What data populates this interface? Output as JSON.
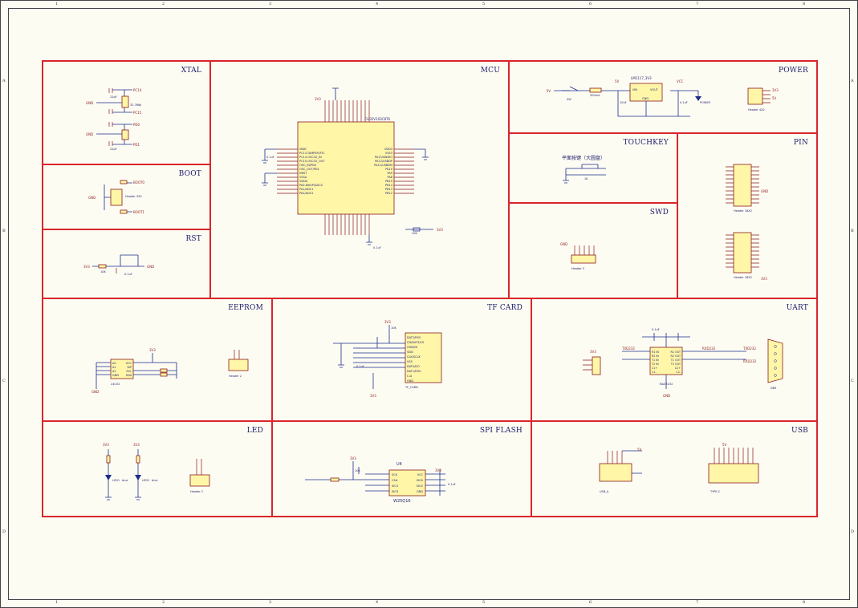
{
  "sheet": {
    "col_labels": [
      "1",
      "2",
      "3",
      "4",
      "5",
      "6",
      "7",
      "8"
    ],
    "row_labels": [
      "A",
      "B",
      "C",
      "D"
    ]
  },
  "blocks": {
    "xtal": "XTAL",
    "boot": "BOOT",
    "rst": "RST",
    "mcu": "MCU",
    "power": "POWER",
    "touchkey": "TOUCHKEY",
    "swd": "SWD",
    "pin": "PIN",
    "eeprom": "EEPROM",
    "tfcard": "TF CARD",
    "uart": "UART",
    "led": "LED",
    "spiflash": "SPI FLASH",
    "usb": "USB"
  },
  "parts": {
    "mcu_name": "CH32V103C8T6",
    "spi_ref": "U4",
    "spi_name": "W25Q16",
    "eeprom_name": "24C02",
    "uart_name": "MAX3232",
    "ldo_name": "LM1117_3V3",
    "touch_label": "平面按键（大圆盘）",
    "tf_name": "TF_CARD",
    "usb_a": "USB_A",
    "usb_c": "TYPE-C",
    "header_2": "Header 2",
    "header_3x2": "Header 3X2",
    "header_5": "Header 5",
    "header_18x2": "Header 18X2",
    "header_4x2": "Header 4X2",
    "db9": "DB9",
    "xtal_freq": "32.768k",
    "mcu_pins_left": [
      "VBAT",
      "PC13-TAMPER-RTC",
      "PC14-OSC32_IN",
      "PC15-OSC32_OUT",
      "OSC_IN/PD0",
      "OSC_OUT/PD1",
      "NRST",
      "VSSA",
      "VDDA",
      "PA0-WKUP/ADC0",
      "PA1/ADC1",
      "PA2/ADC2"
    ],
    "mcu_pins_right": [
      "VDD3",
      "VSS3",
      "PA13/SWDIO",
      "PA12/USBDP",
      "PA11/USBDM",
      "PA10",
      "PA9",
      "PA8",
      "PB15",
      "PB14",
      "PB13",
      "PB12"
    ],
    "spi_pins_left": [
      "SCK",
      "CS#",
      "SIO1",
      "SIO3"
    ],
    "spi_pins_right": [
      "VCC",
      "SIO0",
      "SIO2",
      "GND"
    ],
    "eeprom_pins_left": [
      "A0",
      "A1",
      "A2",
      "GND"
    ],
    "eeprom_pins_right": [
      "VCC",
      "WP",
      "SCL",
      "SDA"
    ],
    "tf_pins": [
      "DAT2/RSV",
      "CD/DAT3/CS",
      "CMD/DI",
      "VDD",
      "CLK/SCLK",
      "VSS",
      "DAT0/DO",
      "DAT1/RSV",
      "C.D",
      "GND"
    ],
    "uart_pins_left": [
      "R1 IN",
      "R2 IN",
      "T1 IN",
      "T2 IN",
      "C1+",
      "C1-"
    ],
    "uart_pins_right": [
      "R1 OUT",
      "R2 OUT",
      "T1 OUT",
      "T2 OUT",
      "C2+",
      "C2-"
    ],
    "ldo_pins": [
      "VIN",
      "VOUT",
      "GND"
    ]
  },
  "nets": {
    "v33": "3V3",
    "v5": "5V",
    "gnd": "GND",
    "vcc": "VCC",
    "boot0": "BOOT0",
    "boot1": "BOOT1",
    "pc14": "PC14",
    "pc15": "PC15",
    "pd0": "PD0",
    "pd1": "PD1",
    "txd": "TXD232",
    "rxd": "RXD232",
    "cap_22p": "22pF",
    "cap_100n": "0.1uF",
    "cap_10u": "10uF",
    "res_10k": "10K",
    "res_1k": "1K",
    "power_led": "POWER",
    "sw": "SW",
    "fuse": "500mA",
    "led1": "LED1",
    "led2": "LED2",
    "led_color": "blue"
  },
  "colors": {
    "block_border": "#d9252b",
    "wire": "#1c2c8c",
    "part_fill": "#fff6a8",
    "part_stroke": "#8b1a1a",
    "title_text": "#1c1c6b",
    "background": "#fdfcf3"
  }
}
